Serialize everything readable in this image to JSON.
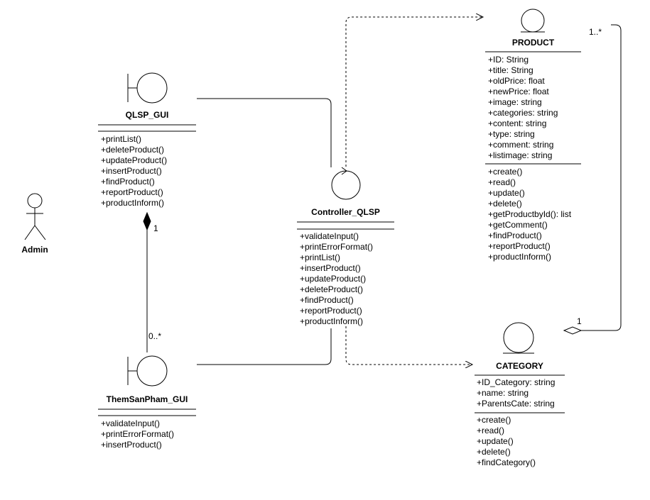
{
  "actor": {
    "label": "Admin"
  },
  "classes": {
    "qlsp_gui": {
      "name": "QLSP_GUI",
      "methods": [
        "+printList()",
        "+deleteProduct()",
        "+updateProduct()",
        "+insertProduct()",
        "+findProduct()",
        "+reportProduct()",
        "+productInform()"
      ]
    },
    "themsanpham_gui": {
      "name": "ThemSanPham_GUI",
      "methods": [
        "+validateInput()",
        "+printErrorFormat()",
        "+insertProduct()"
      ]
    },
    "controller_qlsp": {
      "name": "Controller_QLSP",
      "methods": [
        "+validateInput()",
        "+printErrorFormat()",
        "+printList()",
        "+insertProduct()",
        "+updateProduct()",
        "+deleteProduct()",
        "+findProduct()",
        "+reportProduct()",
        "+productInform()"
      ]
    },
    "product": {
      "name": "PRODUCT",
      "attributes": [
        "+ID: String",
        "+title: String",
        "+oldPrice: float",
        "+newPrice: float",
        "+image: string",
        "+categories: string",
        "+content: string",
        "+type: string",
        "+comment: string",
        "+listimage: string"
      ],
      "methods": [
        "+create()",
        "+read()",
        "+update()",
        "+delete()",
        "+getProductbyId(): list",
        "+getComment()",
        "+findProduct()",
        "+reportProduct()",
        "+productInform()"
      ]
    },
    "category": {
      "name": "CATEGORY",
      "attributes": [
        "+ID_Category: string",
        "+name: string",
        "+ParentsCate: string"
      ],
      "methods": [
        "+create()",
        "+read()",
        "+update()",
        "+delete()",
        "+findCategory()"
      ]
    }
  },
  "multiplicities": {
    "qlsp_composition": "1",
    "themsanpham_end": "0..*",
    "product_end": "1..*",
    "category_aggregation": "1"
  }
}
